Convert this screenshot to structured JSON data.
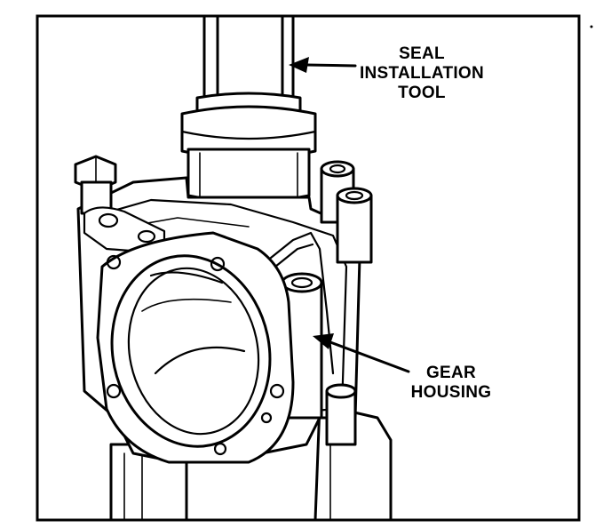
{
  "labels": {
    "seal_line1": "SEAL",
    "seal_line2": "INSTALLATION",
    "seal_line3": "TOOL",
    "gear_line1": "GEAR",
    "gear_line2": "HOUSING"
  },
  "colors": {
    "ink": "#000000",
    "paper": "#ffffff"
  }
}
